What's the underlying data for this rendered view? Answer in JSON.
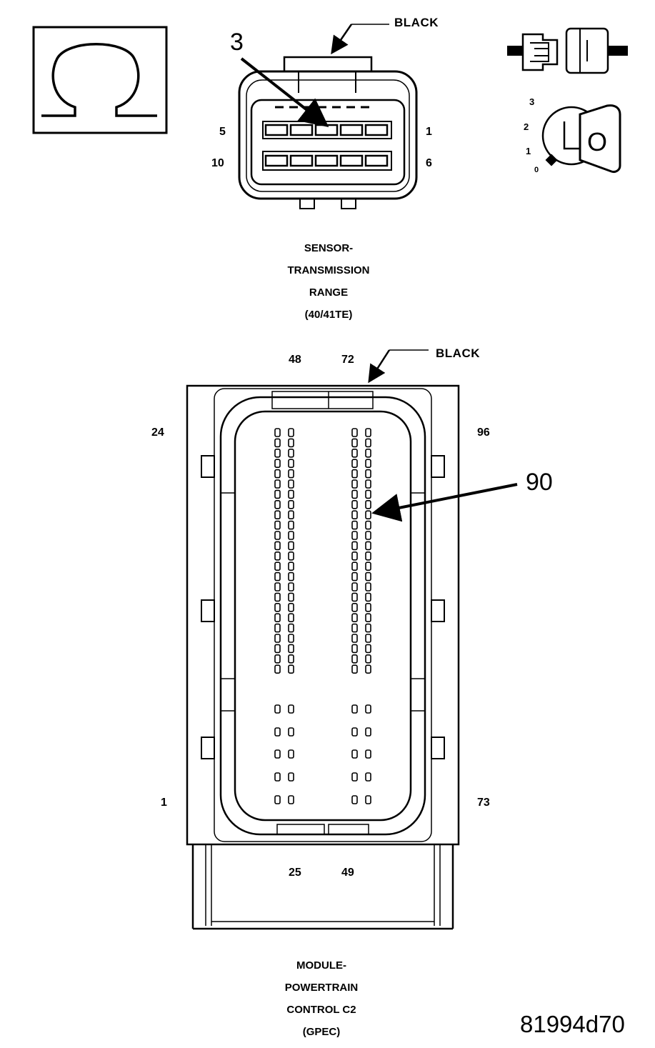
{
  "connector1": {
    "name": "sensor-transmission-range",
    "color_label": "BLACK",
    "callout_pin": "3",
    "pin_labels": {
      "top_left": "5",
      "top_right": "1",
      "bottom_left": "10",
      "bottom_right": "6"
    },
    "caption": [
      "SENSOR-",
      "TRANSMISSION",
      "RANGE",
      "(40/41TE)"
    ]
  },
  "connector2": {
    "name": "module-powertrain-control-c2",
    "color_label": "BLACK",
    "callout_pin": "90",
    "pin_labels": {
      "top_a": "48",
      "top_b": "72",
      "left_top": "24",
      "right_top": "96",
      "left_bottom": "1",
      "right_bottom": "73",
      "bottom_a": "25",
      "bottom_b": "49"
    },
    "caption": [
      "MODULE-",
      "POWERTRAIN",
      "CONTROL C2",
      "(GPEC)"
    ]
  },
  "ignition_key": {
    "positions": [
      "3",
      "2",
      "1",
      "0"
    ],
    "key_label": "O"
  },
  "icons": {
    "ohm": "ohm-icon",
    "connector": "connector-mating-icon",
    "key": "ignition-key-icon"
  },
  "document_id": "81994d70"
}
